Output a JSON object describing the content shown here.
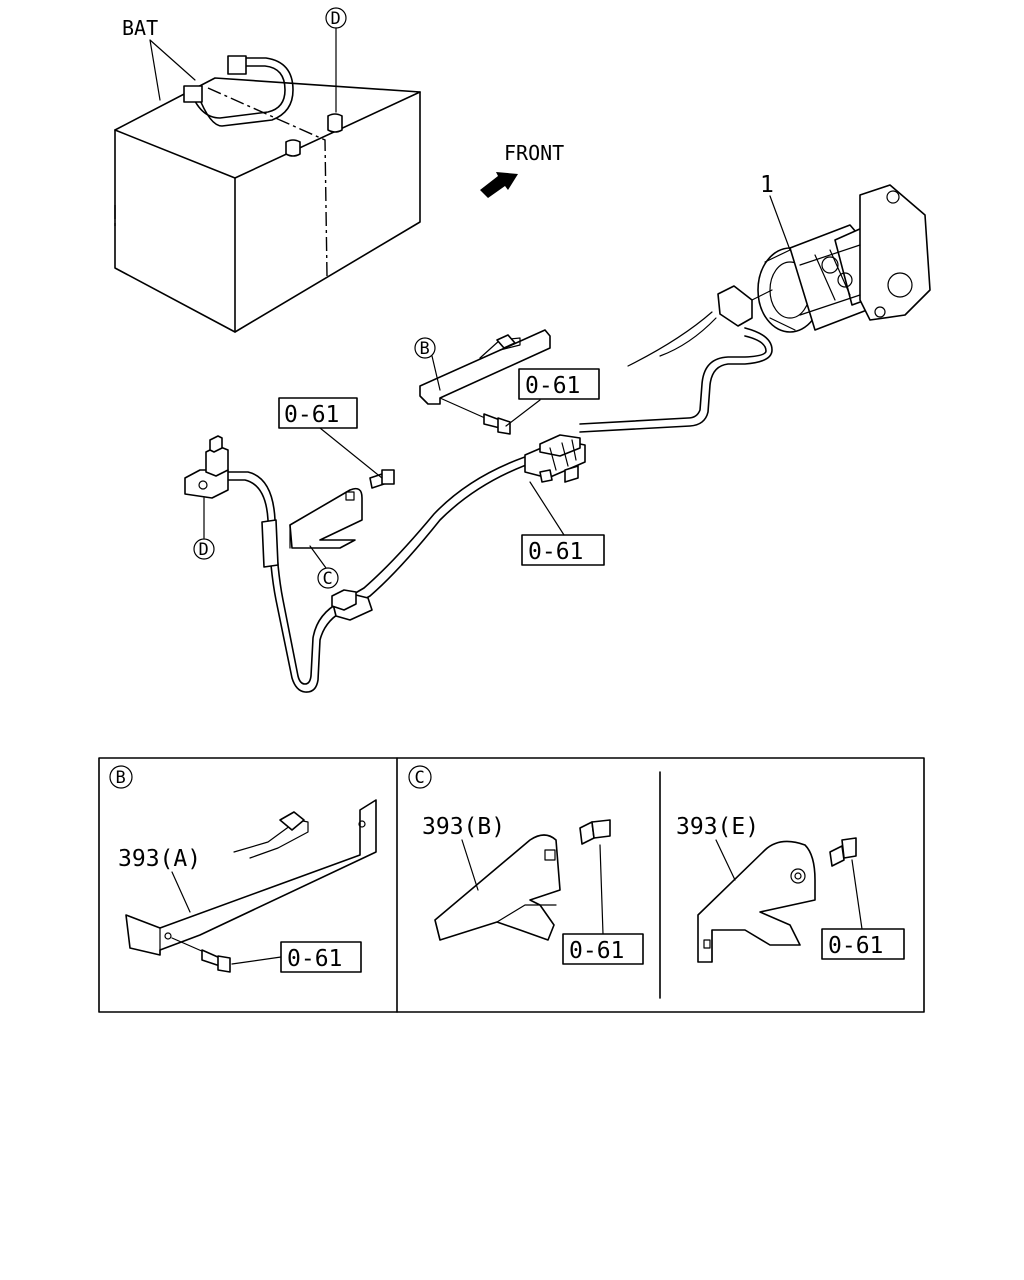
{
  "diagram": {
    "battery_label": "BAT",
    "front_label": "FRONT",
    "part_1": "1",
    "callout_b": "B",
    "callout_c": "C",
    "callout_d": "D",
    "ref_code": "0-61",
    "detail_b": {
      "title": "B",
      "part": "393(A)",
      "ref": "0-61"
    },
    "detail_c": {
      "title": "C",
      "part_left": "393(B)",
      "ref_left": "0-61",
      "part_right": "393(E)",
      "ref_right": "0-61"
    }
  }
}
